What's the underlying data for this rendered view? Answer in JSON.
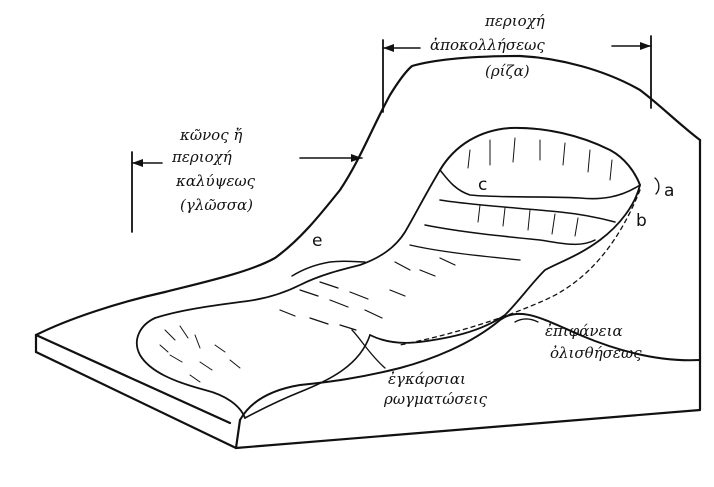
{
  "labels": {
    "depletion_zone": {
      "line1": "περιοχή",
      "line2": "ἀποκολλήσεως",
      "line3": "(ρίζα)"
    },
    "accumulation_zone": {
      "line1": "κῶνος ἤ",
      "line2": "περιοχή",
      "line3": "καλύψεως",
      "line4": "(γλῶσσα)"
    },
    "slip_surface": {
      "line1": "ἐπιφάνεια",
      "line2": "ὀλισθήσεως"
    },
    "transverse_cracks": {
      "line1": "ἐγκάρσιαι",
      "line2": "ρωγματώσεις"
    }
  },
  "letters": {
    "a": "a",
    "b": "b",
    "c": "c",
    "e": "e"
  },
  "colors": {
    "ink": "#111111",
    "background": "#ffffff"
  }
}
